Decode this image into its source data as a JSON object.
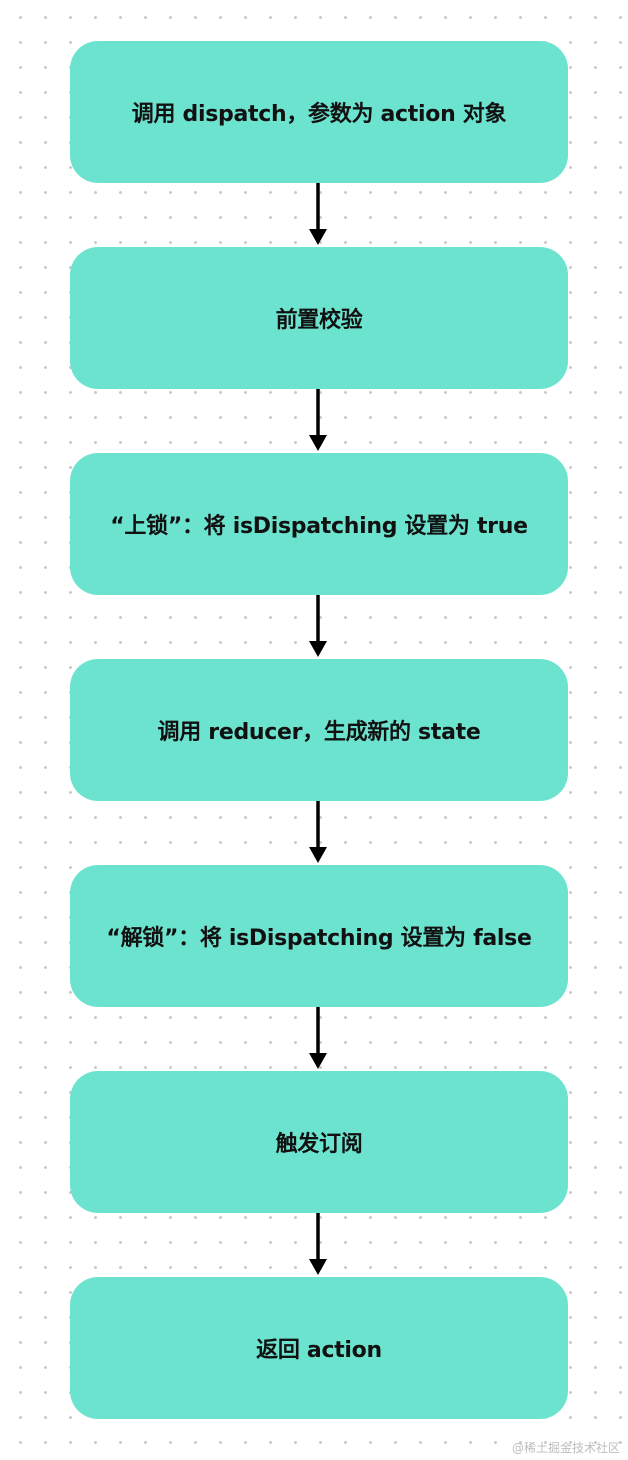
{
  "colors": {
    "node_fill": "#6ce3cf",
    "arrow": "#000000",
    "text": "#111111"
  },
  "steps": [
    {
      "label": "调用 dispatch，参数为 action 对象"
    },
    {
      "label": "前置校验"
    },
    {
      "label": "“上锁”：将 isDispatching 设置为 true"
    },
    {
      "label": "调用 reducer，生成新的 state"
    },
    {
      "label": "“解锁”：将 isDispatching 设置为 false"
    },
    {
      "label": "触发订阅"
    },
    {
      "label": "返回 action"
    }
  ],
  "watermark": "@稀土掘金技术社区"
}
